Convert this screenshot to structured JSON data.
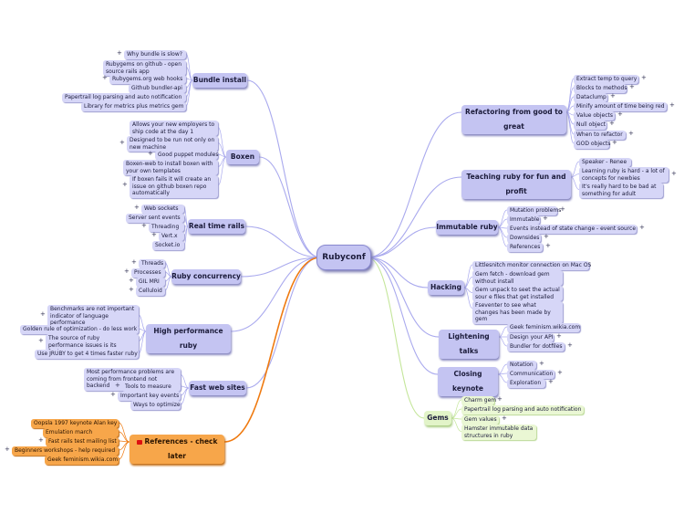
{
  "center": "Rubyconf",
  "branches": [
    {
      "id": "bundle",
      "label": "Bundle install",
      "color": "blue",
      "side": "left",
      "items": [
        "Why bundle is slow?",
        "Rubygems on github - open source rails app",
        "Rubygems.org web hooks",
        "Github bundler-api",
        "Papertrail log parsing and auto notification",
        "Library for metrics plus metrics gem"
      ]
    },
    {
      "id": "boxen",
      "label": "Boxen",
      "color": "blue",
      "side": "left",
      "items": [
        "Allows your new employers to ship code at the day 1",
        "Designed to be run not only on new machine",
        "Good puppet modules",
        "Boxen-web to install boxen with your own templates",
        "If boxen fails it will create an issue on github boxen repo automatically"
      ]
    },
    {
      "id": "realtime",
      "label": "Real time rails",
      "color": "blue",
      "side": "left",
      "items": [
        "Web sockets",
        "Server sent events",
        "Threading",
        "Vert.x",
        "Socket.io"
      ]
    },
    {
      "id": "concurrency",
      "label": "Ruby concurrency",
      "color": "blue",
      "side": "left",
      "items": [
        "Threads",
        "Processes",
        "GIL MRI",
        "Celluloid"
      ]
    },
    {
      "id": "perf",
      "label": "High performance ruby",
      "color": "blue",
      "side": "left",
      "items": [
        "Benchmarks are not important indicator of language performance",
        "Golden rule of optimization - do less work",
        "The source of ruby performance issues is its features",
        "Use JRUBY to get 4 times faster ruby"
      ]
    },
    {
      "id": "fastweb",
      "label": "Fast web sites",
      "color": "blue",
      "side": "left",
      "items": [
        "Most performance problems are coming from frontend not backend",
        "Tools to measure",
        "Important key events",
        "Ways to optimize"
      ]
    },
    {
      "id": "refs",
      "label": "References - check later",
      "color": "orange",
      "side": "left",
      "items": [
        "Oopsla 1997 keynote Alan key",
        "Emulation march",
        "Fast rails test mailing list",
        "Beginners workshops - help required",
        "Geek feminism.wikia.com"
      ]
    },
    {
      "id": "refactor",
      "label": "Refactoring from good to great",
      "color": "blue",
      "side": "right",
      "items": [
        "Extract temp to query",
        "Blocks to methods",
        "Dataclump",
        "Minify amount of time being red",
        "Value objects",
        "Null object",
        "When to refactor",
        "GOD objects"
      ]
    },
    {
      "id": "teaching",
      "label": "Teaching ruby for fun and profit",
      "color": "blue",
      "side": "right",
      "items": [
        "Speaker - Renee",
        "Learning ruby is hard - a lot of concepts for newbies",
        "It's really hard to be bad at something for adult"
      ]
    },
    {
      "id": "immutable",
      "label": "Immutable ruby",
      "color": "blue",
      "side": "right",
      "items": [
        "Mutation problems",
        "Immutable",
        "Events instead of state change - event source",
        "Downsides",
        "References"
      ]
    },
    {
      "id": "hacking",
      "label": "Hacking",
      "color": "blue",
      "side": "right",
      "items": [
        "Littlesnitch monitor connection on Mac OS",
        "Gem fetch - download gem without install",
        "Gem unpack to seet the actual sour e files that get installed",
        "Fseventer to see what changes has been made by gem"
      ]
    },
    {
      "id": "lightening",
      "label": "Lightening talks",
      "color": "blue",
      "side": "right",
      "items": [
        "Geek feminism.wikia.com",
        "Design your API",
        "Bundler for dotfiles"
      ]
    },
    {
      "id": "closing",
      "label": "Closing keynote",
      "color": "blue",
      "side": "right",
      "items": [
        "Notation",
        "Communication",
        "Exploration"
      ]
    },
    {
      "id": "gems",
      "label": "Gems",
      "color": "green",
      "side": "right",
      "items": [
        "Charm gem",
        "Papertrail log parsing and auto notification",
        "Gem values",
        "Hamster immutable data structures in ruby"
      ]
    }
  ],
  "colors": {
    "blue_link": "#a9a9ee",
    "green_link": "#c4e69a",
    "orange_link": "#ef7a10",
    "node_blue": "#c4c4f2",
    "leaf_blue": "#d6d6f7",
    "node_orange": "#f7a64a",
    "node_green": "#e2f4c8"
  },
  "expand_marker": "+"
}
